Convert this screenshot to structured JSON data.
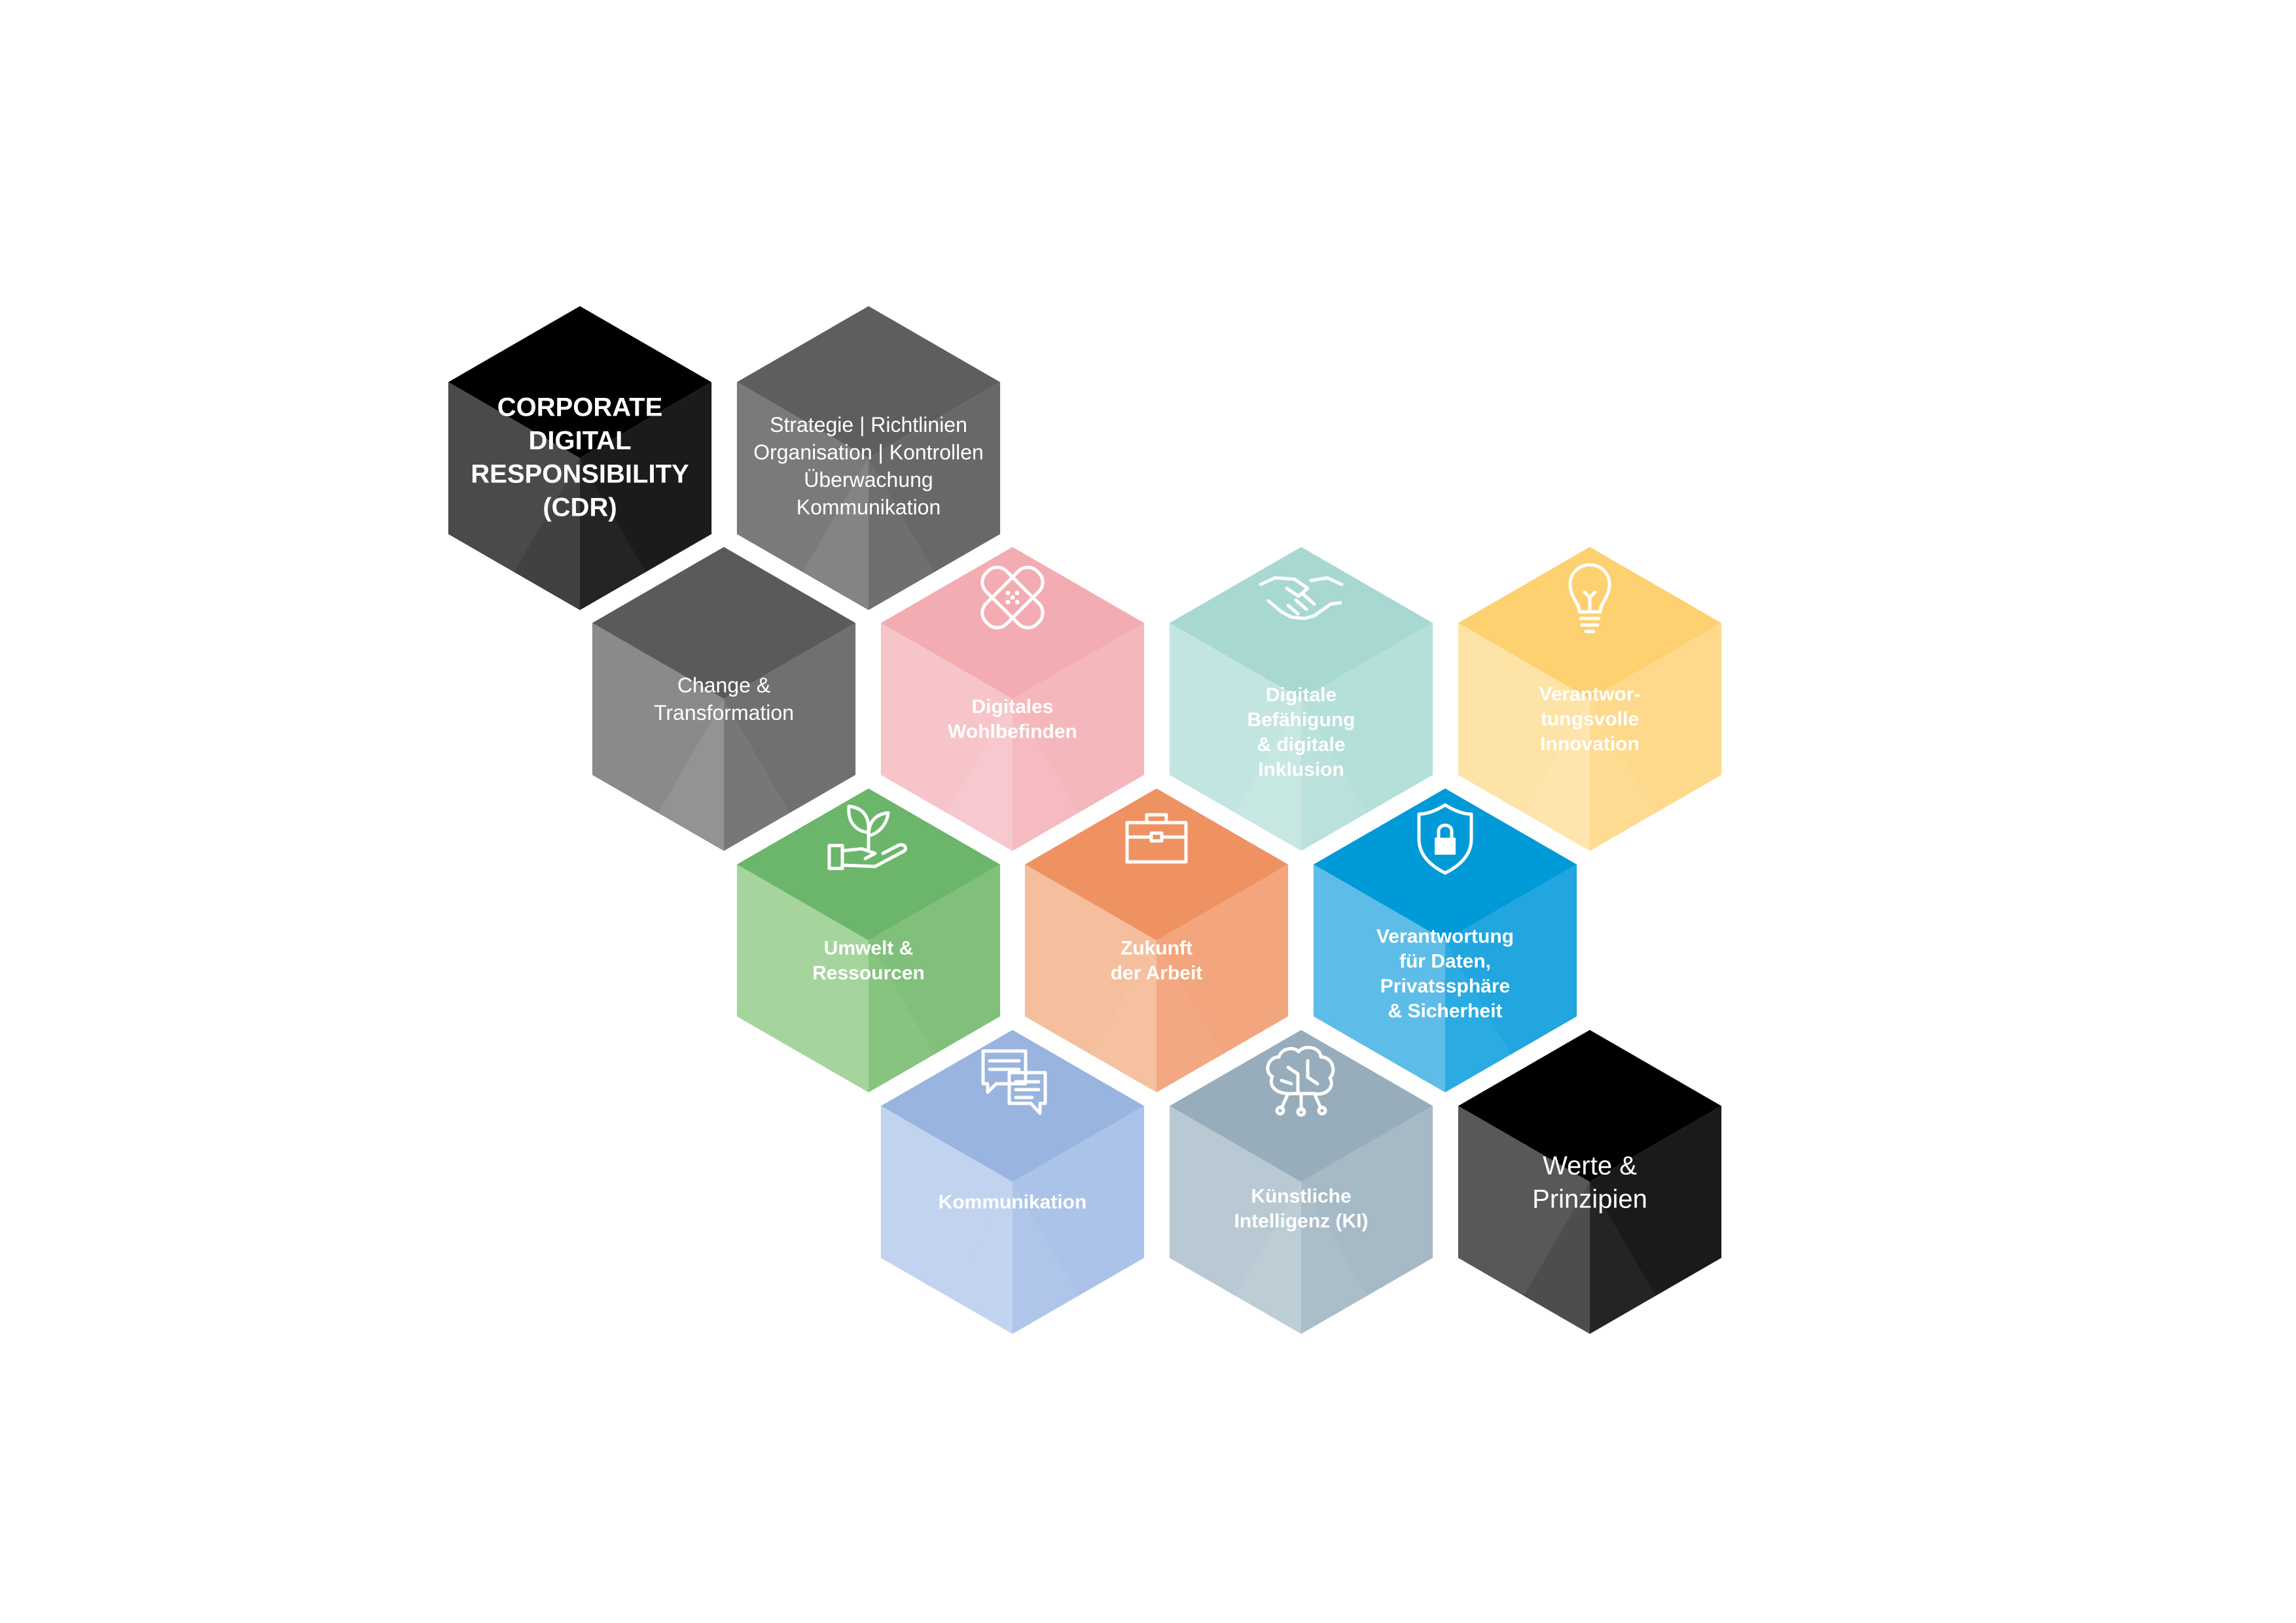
{
  "diagram": {
    "hexagons": [
      {
        "id": "cdr",
        "lines": [
          "CORPORATE",
          "DIGITAL",
          "RESPONSIBILITY",
          "(CDR)"
        ],
        "bold": true,
        "icon": "",
        "colors": {
          "top": "#000000",
          "left": "#4a4a4a",
          "right": "#1b1b1b",
          "bottomLeft": "#3a3a3a",
          "bottomRight": "#2b2b2b"
        }
      },
      {
        "id": "strategie",
        "lines": [
          "Strategie | Richtlinien",
          "Organisation | Kontrollen",
          "Überwachung",
          "Kommunikation"
        ],
        "bold": false,
        "icon": "",
        "colors": {
          "top": "#5e5e5e",
          "left": "#7a7a7a",
          "right": "#686868",
          "bottomLeft": "#8d8d8d",
          "bottomRight": "#747474"
        }
      },
      {
        "id": "change",
        "lines": [
          "Change &",
          "Transformation"
        ],
        "bold": false,
        "icon": "",
        "colors": {
          "top": "#5a5a5a",
          "left": "#8a8a8a",
          "right": "#707070",
          "bottomLeft": "#9b9b9b",
          "bottomRight": "#7e7e7e"
        }
      },
      {
        "id": "wohlbefinden",
        "lines": [
          "Digitales",
          "Wohlbefinden"
        ],
        "bold": true,
        "icon": "bandage-icon",
        "colors": {
          "top": "#f2acb2",
          "left": "#f6c4c9",
          "right": "#f4b7bc",
          "bottomLeft": "#f8ccd0",
          "bottomRight": "#f6bfc4"
        }
      },
      {
        "id": "befaehigung",
        "lines": [
          "Digitale",
          "Befähigung",
          "& digitale",
          "Inklusion"
        ],
        "bold": true,
        "icon": "handshake-icon",
        "colors": {
          "top": "#a8d8d2",
          "left": "#c3e5e1",
          "right": "#b5dfd9",
          "bottomLeft": "#cbe9e5",
          "bottomRight": "#bde2dd"
        }
      },
      {
        "id": "innovation",
        "lines": [
          "Verantwor-",
          "tungsvolle",
          "Innovation"
        ],
        "bold": true,
        "icon": "lightbulb-icon",
        "colors": {
          "top": "#fdd070",
          "left": "#fee3a6",
          "right": "#fed98c",
          "bottomLeft": "#fee7b2",
          "bottomRight": "#fedc95"
        }
      },
      {
        "id": "umwelt",
        "lines": [
          "Umwelt &",
          "Ressourcen"
        ],
        "bold": true,
        "icon": "plant-hand-icon",
        "colors": {
          "top": "#6bb66a",
          "left": "#a6d49d",
          "right": "#80c07b",
          "bottomLeft": "#a4d39c",
          "bottomRight": "#8bc685"
        }
      },
      {
        "id": "arbeit",
        "lines": [
          "Zukunft",
          "der Arbeit"
        ],
        "bold": true,
        "icon": "briefcase-icon",
        "colors": {
          "top": "#ee9262",
          "left": "#f5bf9e",
          "right": "#f3a57d",
          "bottomLeft": "#f6c2a3",
          "bottomRight": "#f3ab85"
        }
      },
      {
        "id": "daten",
        "lines": [
          "Verantwortung",
          "für Daten,",
          "Privatssphäre",
          "& Sicherheit"
        ],
        "bold": true,
        "icon": "shield-lock-icon",
        "colors": {
          "top": "#009ad8",
          "left": "#5ebde8",
          "right": "#21a6df",
          "bottomLeft": "#5ebde8",
          "bottomRight": "#33aee3"
        }
      },
      {
        "id": "kommunikation",
        "lines": [
          "Kommunikation"
        ],
        "bold": true,
        "icon": "chat-bubbles-icon",
        "colors": {
          "top": "#98b4df",
          "left": "#c2d3ef",
          "right": "#abc3e8",
          "bottomLeft": "#c2d3ef",
          "bottomRight": "#b3c9eb"
        }
      },
      {
        "id": "ki",
        "lines": [
          "Künstliche",
          "Intelligenz (KI)"
        ],
        "bold": true,
        "icon": "brain-circuit-icon",
        "colors": {
          "top": "#97adbb",
          "left": "#b8c9d3",
          "right": "#a6bac6",
          "bottomLeft": "#bfcfd8",
          "bottomRight": "#adc0cb"
        }
      },
      {
        "id": "werte",
        "lines": [
          "Werte &",
          "Prinzipien"
        ],
        "bold": false,
        "icon": "",
        "colors": {
          "top": "#000000",
          "left": "#585858",
          "right": "#1a1a1a",
          "bottomLeft": "#454545",
          "bottomRight": "#2e2e2e"
        }
      }
    ]
  }
}
